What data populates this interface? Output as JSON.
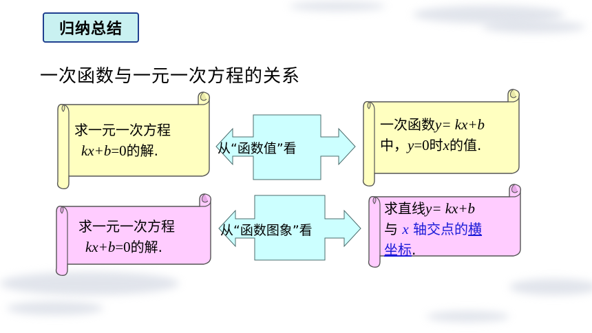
{
  "badge": {
    "label": "归纳总结"
  },
  "heading": "一次函数与一元一次方程的关系",
  "row1": {
    "left_box": {
      "line1": "求一元一次方程",
      "eq_expr": "kx+b",
      "eq_num": "=0",
      "eq_tail": "的解."
    },
    "connector_label": "从“函数值”看",
    "right_box": {
      "line1_text": "一次函数",
      "line1_math": "y= kx+b",
      "line2_a": "中，",
      "line2_y": "y",
      "line2_num": "=0",
      "line2_b": "时",
      "line2_x": "x",
      "line2_c": "的值."
    }
  },
  "row2": {
    "left_box": {
      "line1": "求一元一次方程",
      "eq_expr": "kx+b",
      "eq_num": "=0",
      "eq_tail": "的解."
    },
    "connector_label": "从“函数图象”看",
    "right_box": {
      "line1_text": "求直线",
      "line1_math": "y= kx+b",
      "line2_a": "与",
      "line2_x": "x",
      "line2_b": "轴交点的",
      "line2_blue1": "横",
      "line3_blue": "坐标",
      "line3_tail": "."
    }
  },
  "colors": {
    "yellow": "#ffffc0",
    "pink": "#ffccff",
    "cyan": "#ccffff",
    "badge": "#c9f1f1",
    "blue_text": "#1a1ad8"
  }
}
